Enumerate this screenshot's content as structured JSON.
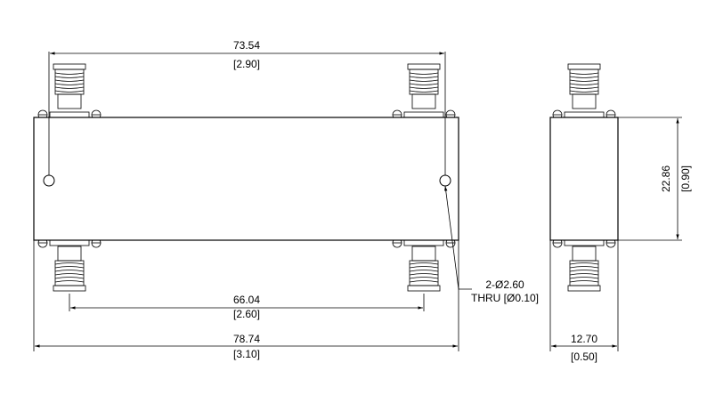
{
  "dimensions": {
    "top_width": {
      "mm": "73.54",
      "in": "[2.90]"
    },
    "bottom_inner": {
      "mm": "66.04",
      "in": "[2.60]"
    },
    "overall_length": {
      "mm": "78.74",
      "in": "[3.10]"
    },
    "height": {
      "mm": "22.86",
      "in": "[0.90]"
    },
    "side_width": {
      "mm": "12.70",
      "in": "[0.50]"
    }
  },
  "hole_note": {
    "line1": "2-Ø2.60",
    "line2": "THRU [Ø0.10]"
  },
  "colors": {
    "line": "#000000",
    "background": "#ffffff"
  }
}
